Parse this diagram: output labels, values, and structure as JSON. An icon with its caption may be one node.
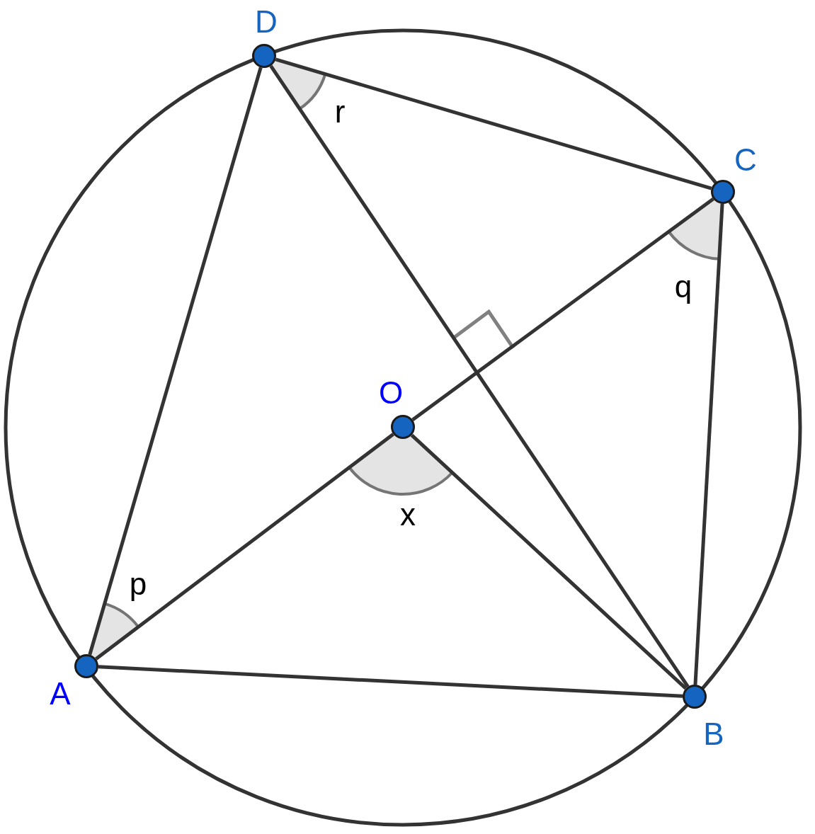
{
  "diagram": {
    "nodes": [
      {
        "text": [
          "D"
        ]
      },
      {
        "text": [
          "C"
        ]
      },
      {
        "text": [
          "O"
        ]
      },
      {
        "text": [
          "A"
        ]
      },
      {
        "text": [
          "B"
        ]
      }
    ],
    "edges": [
      {
        "from": 0,
        "to": 1,
        "arrow": "none"
      },
      {
        "from": 0,
        "to": 3,
        "arrow": "none"
      },
      {
        "from": 0,
        "to": 4,
        "arrow": "none"
      },
      {
        "from": 2,
        "to": 1,
        "arrow": "none"
      },
      {
        "from": 3,
        "to": 2,
        "arrow": "none"
      },
      {
        "from": 2,
        "to": 4,
        "arrow": "none"
      },
      {
        "from": 1,
        "to": 4,
        "arrow": "none"
      },
      {
        "from": 3,
        "to": 4,
        "arrow": "none"
      }
    ],
    "labels": [
      "r",
      "q",
      "x",
      "p"
    ]
  }
}
